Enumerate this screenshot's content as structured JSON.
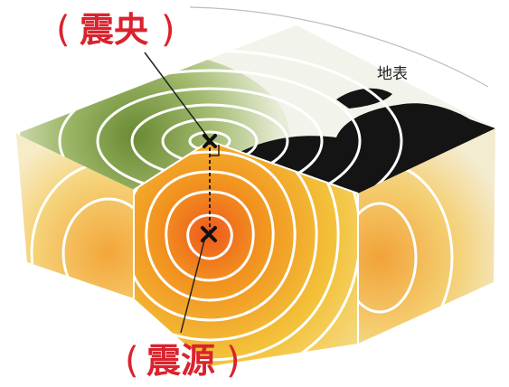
{
  "labels": {
    "epicenter": "震央",
    "hypocenter": "震源",
    "surface": "地表",
    "open_paren": "(",
    "close_paren": ")"
  },
  "colors": {
    "handwriting": "#d9232e",
    "land": "#6f8f3a",
    "sea": "#141414",
    "block_core": "#f07a1c",
    "block_edge": "#f3d98a",
    "wavefront": "#ffffff"
  },
  "icons": {
    "epicenter_marker": "x-mark-icon",
    "hypocenter_marker": "x-mark-icon"
  }
}
